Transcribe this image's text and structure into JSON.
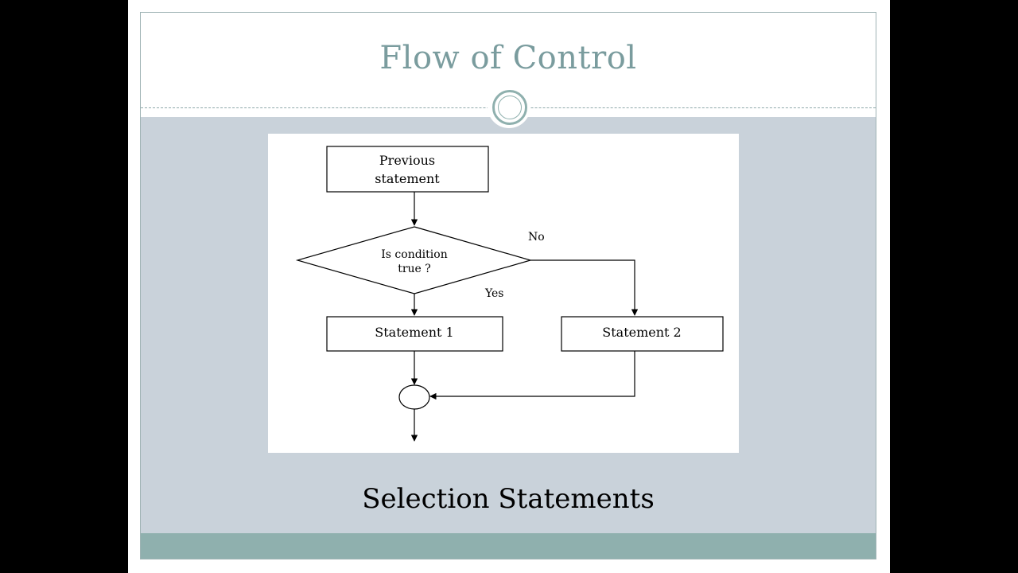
{
  "slide": {
    "title": "Flow of Control",
    "caption": "Selection Statements"
  },
  "diagram": {
    "nodes": {
      "previous": {
        "line1": "Previous",
        "line2": "statement"
      },
      "decision": {
        "line1": "Is condition",
        "line2": "true ?"
      },
      "statement1": "Statement 1",
      "statement2": "Statement 2"
    },
    "edges": {
      "no_label": "No",
      "yes_label": "Yes"
    }
  },
  "colors": {
    "title": "#7a9c9e",
    "body_background": "#c9d2da",
    "footer_band": "#8fb0ae"
  }
}
